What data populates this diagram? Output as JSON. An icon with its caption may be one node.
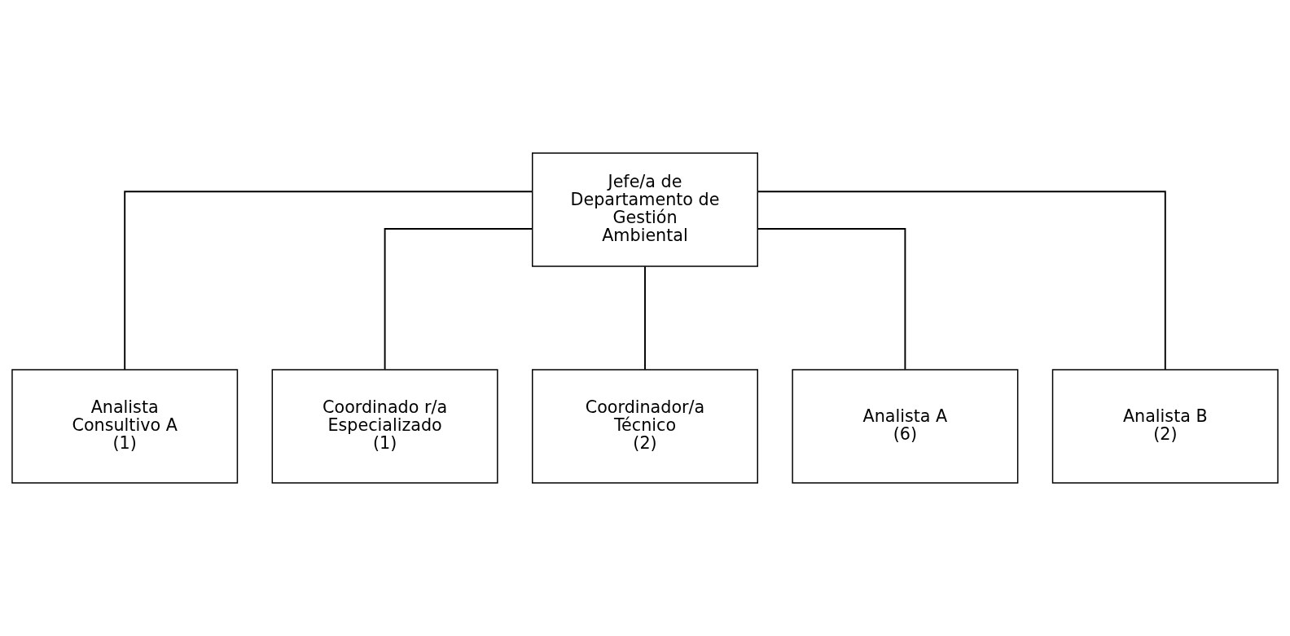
{
  "diagram": {
    "nodes": [
      {
        "text": [
          "Jefe/a de Departamento de Gestión Ambiental"
        ]
      },
      {
        "text": [
          "Analista Consultivo A",
          "(1)"
        ]
      },
      {
        "text": [
          "Coordinado r/a Especializado",
          "(1)"
        ]
      },
      {
        "text": [
          "Coordinador/a Técnico",
          "(2)"
        ]
      },
      {
        "text": [
          "Analista A",
          "(6)"
        ]
      },
      {
        "text": [
          "Analista B",
          "(2)"
        ]
      }
    ],
    "edges": [
      {
        "from": 0,
        "to": 1,
        "arrow": "none"
      },
      {
        "from": 0,
        "to": 2,
        "arrow": "none"
      },
      {
        "from": 0,
        "to": 3,
        "arrow": "none"
      },
      {
        "from": 0,
        "to": 4,
        "arrow": "none"
      },
      {
        "from": 0,
        "to": 5,
        "arrow": "none"
      }
    ]
  }
}
